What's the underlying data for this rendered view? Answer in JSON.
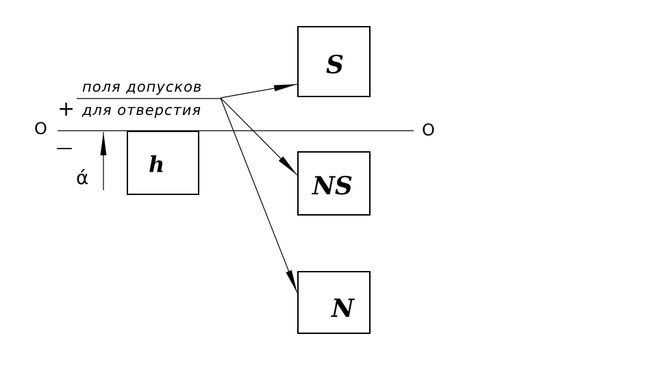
{
  "diagram": {
    "zero_line_left_label": "O",
    "zero_line_right_label": "O",
    "plus_sign": "+",
    "minus_sign": "—",
    "deviation_label": "ά",
    "note_line1": "поля допусков",
    "note_line2": "для отверстия",
    "boxes": {
      "h": "h",
      "s": "S",
      "ns": "NS",
      "n": "N"
    }
  }
}
